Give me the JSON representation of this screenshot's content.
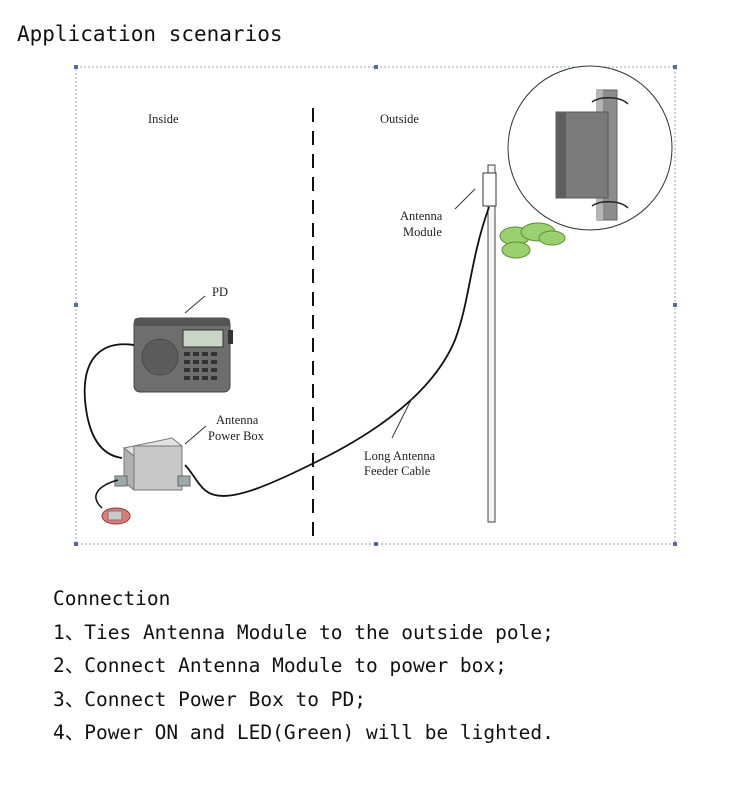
{
  "title": "Application scenarios",
  "diagram": {
    "inside_label": "Inside",
    "outside_label": "Outside",
    "pd_label": "PD",
    "antenna_module_label_1": "Antenna",
    "antenna_module_label_2": "Module",
    "power_box_label_1": "Antenna",
    "power_box_label_2": "Power Box",
    "cable_label_1": "Long Antenna",
    "cable_label_2": "Feeder Cable",
    "colors": {
      "frame": "#9aa0b0",
      "foliage": "#9ccf6e",
      "box": "#c8c8c8",
      "radio": "#6e6e6e"
    }
  },
  "connection": {
    "heading": "Connection",
    "steps": [
      "1、Ties Antenna Module to the outside pole;",
      "2、Connect Antenna Module to power box;",
      "3、Connect Power Box to PD;",
      "4、Power ON and LED(Green) will be lighted."
    ]
  }
}
